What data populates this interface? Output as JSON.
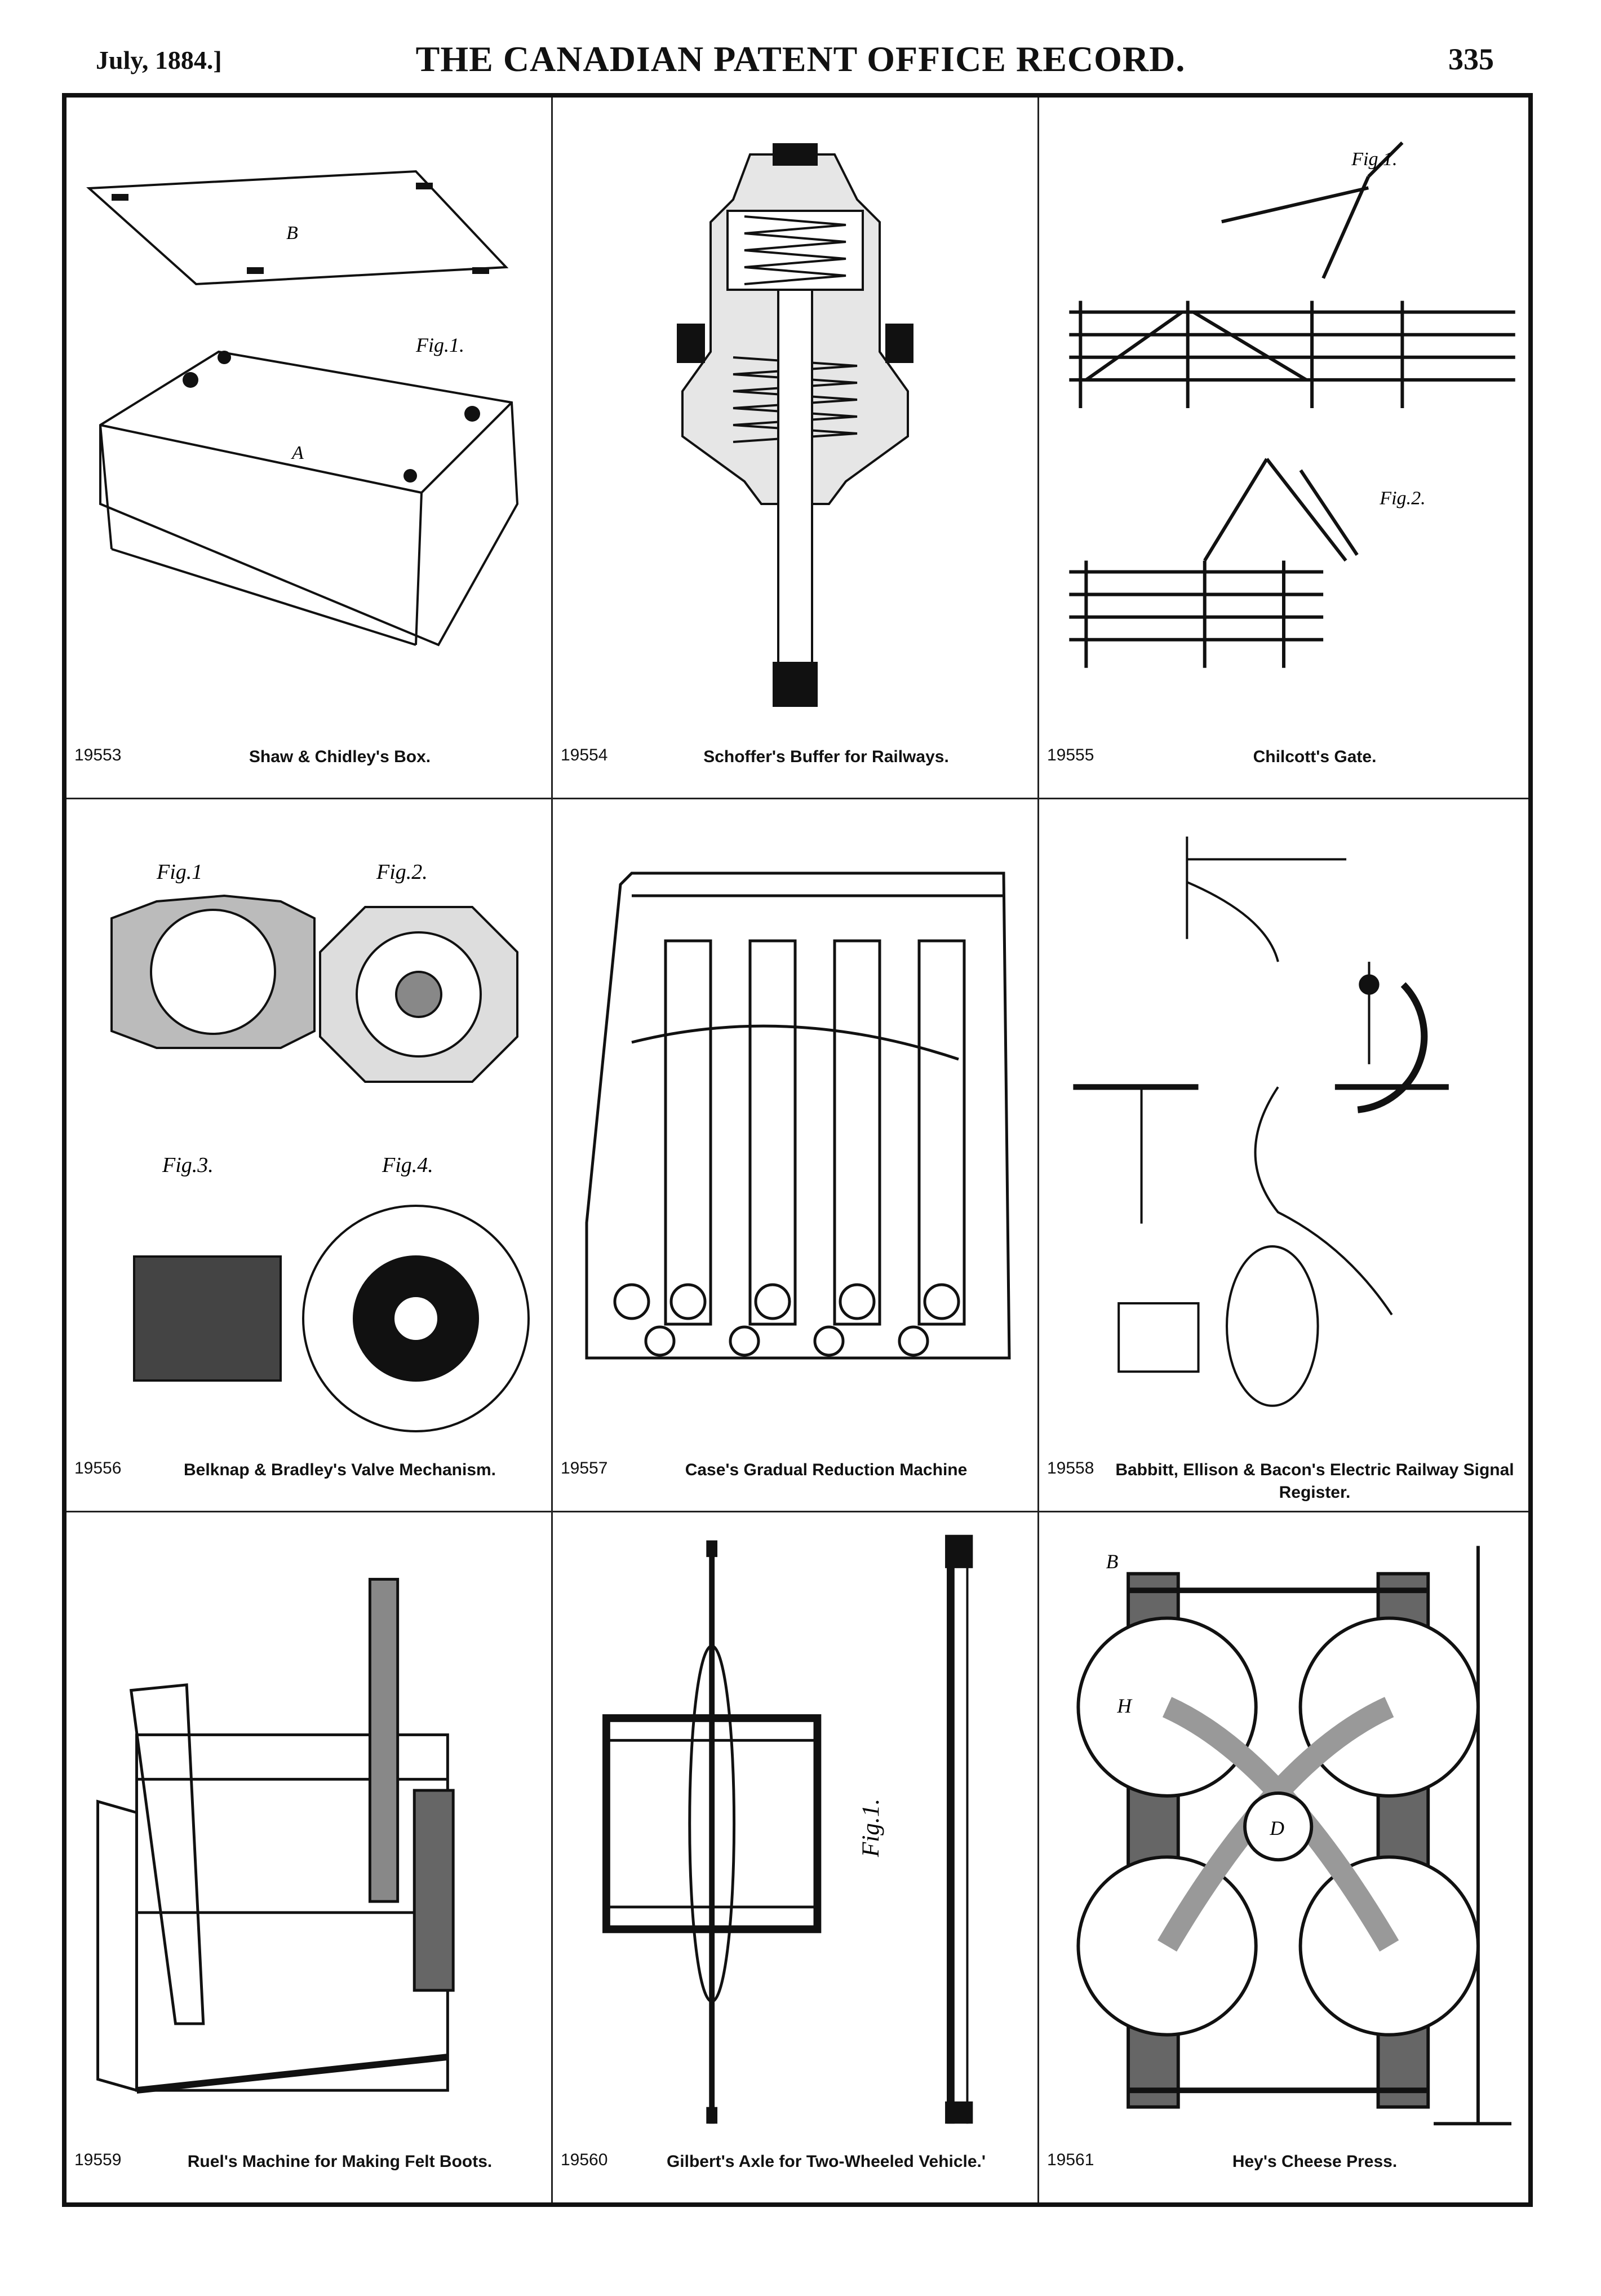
{
  "header": {
    "date": "July, 1884.]",
    "title": "THE CANADIAN PATENT OFFICE RECORD.",
    "page_number": "335"
  },
  "patents": [
    {
      "number": "19553",
      "title": "Shaw & Chidley's Box."
    },
    {
      "number": "19554",
      "title": "Schoffer's Buffer for Railways."
    },
    {
      "number": "19555",
      "title": "Chilcott's Gate."
    },
    {
      "number": "19556",
      "title": "Belknap & Bradley's Valve Mechanism."
    },
    {
      "number": "19557",
      "title": "Case's Gradual Reduction Machine"
    },
    {
      "number": "19558",
      "title": "Babbitt, Ellison & Bacon's Electric Railway Signal Register."
    },
    {
      "number": "19559",
      "title": "Ruel's Machine for Making Felt Boots."
    },
    {
      "number": "19560",
      "title": "Gilbert's Axle for Two-Wheeled Vehicle.'"
    },
    {
      "number": "19561",
      "title": "Hey's Cheese Press."
    }
  ],
  "figure_labels": {
    "box": {
      "fig": "Fig.1.",
      "a": "A",
      "b": "B"
    },
    "gate": {
      "fig1": "Fig.1.",
      "fig2": "Fig.2."
    },
    "valve": {
      "fig1": "Fig.1",
      "fig2": "Fig.2.",
      "fig3": "Fig.3.",
      "fig4": "Fig.4."
    },
    "axle": {
      "fig": "Fig.1."
    },
    "press": {
      "h": "H",
      "b": "B",
      "d": "D"
    }
  }
}
